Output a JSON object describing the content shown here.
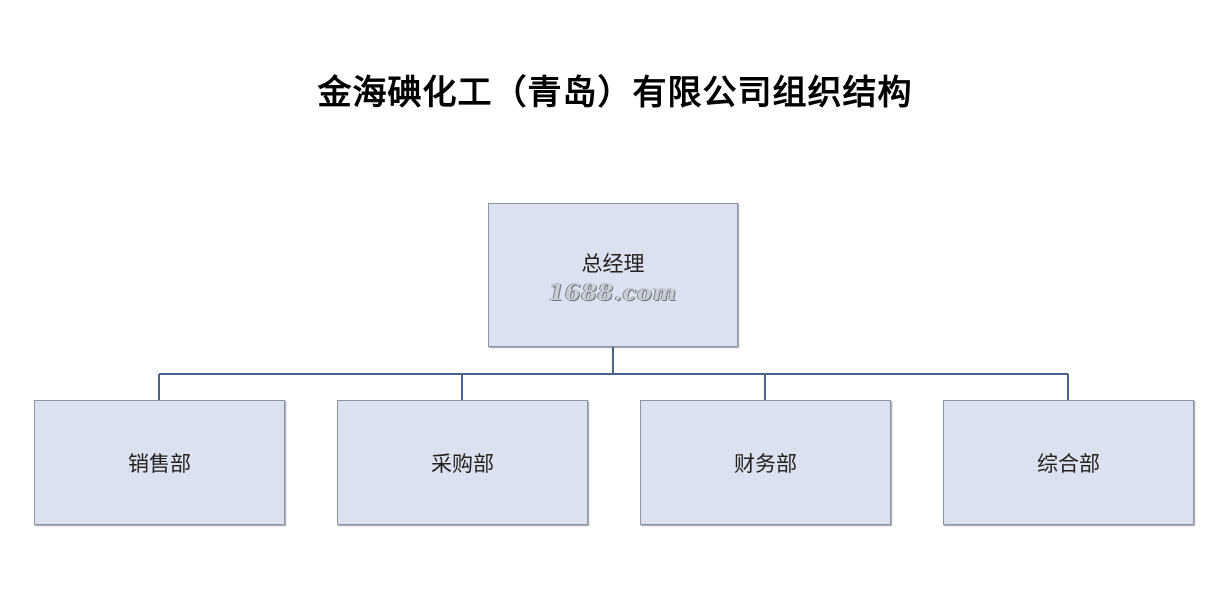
{
  "title": "金海碘化工（青岛）有限公司组织结构",
  "root": {
    "label": "总经理",
    "watermark": "1688.com"
  },
  "departments": [
    {
      "label": "销售部"
    },
    {
      "label": "采购部"
    },
    {
      "label": "财务部"
    },
    {
      "label": "综合部"
    }
  ],
  "colors": {
    "box_fill": "#dbe1ef",
    "box_border": "#8d94a2",
    "connector": "#4a6286"
  }
}
